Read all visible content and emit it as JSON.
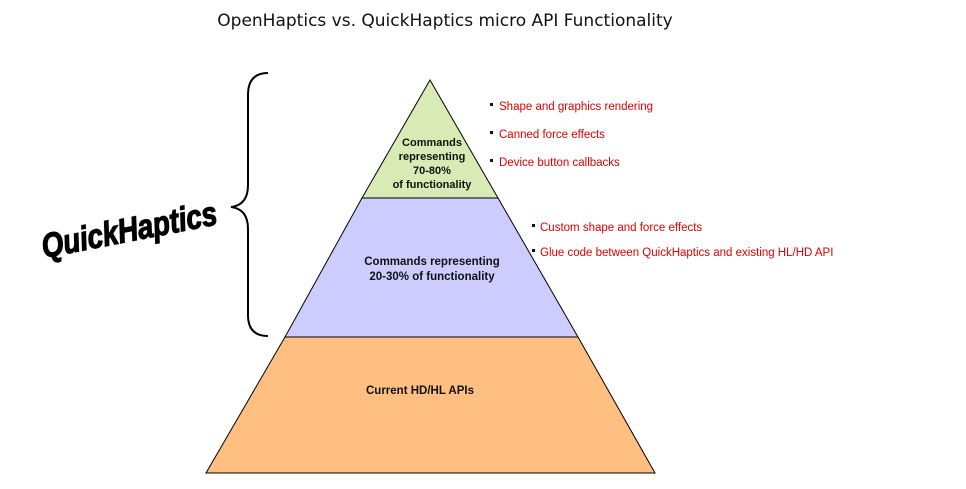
{
  "title": "OpenHaptics vs. QuickHaptics micro API Functionality",
  "brand_label": "QuickHaptics",
  "tiers": {
    "top": {
      "lines": [
        "Commands",
        "representing",
        "70-80%",
        "of functionality"
      ],
      "fill": "#d9ebb4"
    },
    "middle": {
      "lines": [
        "Commands representing",
        "20-30% of functionality"
      ],
      "fill": "#ccccff"
    },
    "bottom": {
      "lines": [
        "Current HD/HL APIs"
      ],
      "fill": "#ffbf80"
    }
  },
  "bullets_top": [
    "Shape and graphics rendering",
    "Canned force effects",
    "Device button callbacks"
  ],
  "bullets_middle": [
    "Custom shape and force effects",
    "Glue code between QuickHaptics and existing HL/HD API"
  ],
  "colors": {
    "bullet_text": "#e00000",
    "outline": "#000000"
  }
}
